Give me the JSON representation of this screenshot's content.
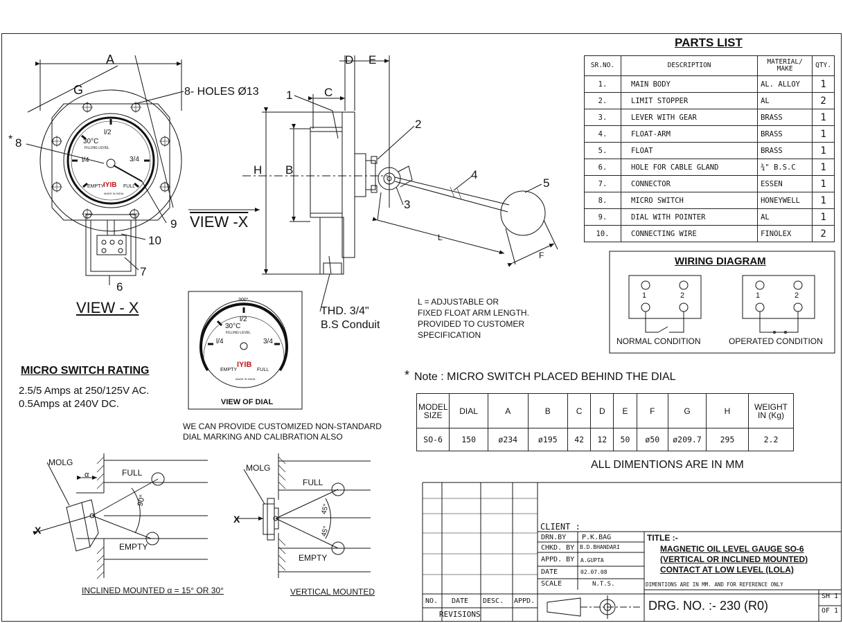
{
  "parts_list": {
    "title": "PARTS LIST",
    "headers": {
      "sr": "SR.NO.",
      "desc": "DESCRIPTION",
      "material": "MATERIAL/ MAKE",
      "qty": "QTY."
    },
    "rows": [
      {
        "sr": "1.",
        "desc": "MAIN BODY",
        "material": "AL. ALLOY",
        "qty": "1"
      },
      {
        "sr": "2.",
        "desc": "LIMIT STOPPER",
        "material": "AL",
        "qty": "2"
      },
      {
        "sr": "3.",
        "desc": "LEVER WITH GEAR",
        "material": "BRASS",
        "qty": "1"
      },
      {
        "sr": "4.",
        "desc": "FLOAT-ARM",
        "material": "BRASS",
        "qty": "1"
      },
      {
        "sr": "5.",
        "desc": "FLOAT",
        "material": "BRASS",
        "qty": "1"
      },
      {
        "sr": "6.",
        "desc": "HOLE FOR CABLE GLAND",
        "material": "¾\" B.S.C",
        "qty": "1"
      },
      {
        "sr": "7.",
        "desc": "CONNECTOR",
        "material": "ESSEN",
        "qty": "1"
      },
      {
        "sr": "8.",
        "desc": "MICRO SWITCH",
        "material": "HONEYWELL",
        "qty": "1"
      },
      {
        "sr": "9.",
        "desc": "DIAL WITH POINTER",
        "material": "AL",
        "qty": "1"
      },
      {
        "sr": "10.",
        "desc": "CONNECTING WIRE",
        "material": "FINOLEX",
        "qty": "2"
      }
    ]
  },
  "wiring": {
    "title": "WIRING DIAGRAM",
    "normal": "NORMAL CONDITION",
    "operated": "OPERATED CONDITION",
    "t1": "1",
    "t2": "2"
  },
  "front_view": {
    "dim_a": "A",
    "dim_g": "G",
    "holes": "8- HOLES Ø13",
    "label_8": "8",
    "label_9": "9",
    "label_10": "10",
    "label_7": "7",
    "label_6": "6",
    "caption": "VIEW - X",
    "dial_temp": "30°C",
    "dial_sub": "FILLING LEVEL",
    "dial_half": "l/2",
    "dial_quarter": "l/4",
    "dial_3q": "3/4",
    "dial_empty": "EMPTY",
    "dial_full": "FULL",
    "dial_brand": "IYIB",
    "dial_made": "MADE IN INDIA"
  },
  "side_view": {
    "dim_d": "D",
    "dim_e": "E",
    "dim_c": "C",
    "dim_h": "H",
    "dim_b": "B",
    "dim_l": "L",
    "dim_f": "F",
    "label_1": "1",
    "label_2": "2",
    "label_3": "3",
    "label_4": "4",
    "label_5": "5",
    "view_arrow": "VIEW -X",
    "thread_1": "THD. 3/4\"",
    "thread_2": "B.S Conduit"
  },
  "dial_view": {
    "caption": "VIEW OF DIAL",
    "scale": "300°"
  },
  "notes": {
    "l_note_1": "L = ADJUSTABLE OR",
    "l_note_2": "FIXED FLOAT ARM LENGTH.",
    "l_note_3": "PROVIDED TO CUSTOMER",
    "l_note_4": "SPECIFICATION",
    "star": "*",
    "micro_note": "Note : MICRO SWITCH PLACED BEHIND THE DIAL",
    "custom_1": "WE CAN PROVIDE CUSTOMIZED NON-STANDARD",
    "custom_2": "DIAL MARKING AND CALIBRATION ALSO",
    "all_dims": "ALL DIMENTIONS ARE IN MM"
  },
  "rating": {
    "title": "MICRO SWITCH RATING",
    "line1": "2.5/5 Amps at 250/125V AC.",
    "line2": "0.5Amps at 240V DC."
  },
  "size_table": {
    "headers": [
      "MODEL SIZE",
      "DIAL",
      "A",
      "B",
      "C",
      "D",
      "E",
      "F",
      "G",
      "H",
      "WEIGHT IN (Kg)"
    ],
    "values": [
      "SO-6",
      "150",
      "ø234",
      "ø195",
      "42",
      "12",
      "50",
      "ø50",
      "ø209.7",
      "295",
      "2.2"
    ]
  },
  "mounting": {
    "molg": "MOLG",
    "full": "FULL",
    "empty": "EMPTY",
    "x": "X",
    "alpha": "α",
    "angle_90": "90°",
    "angle_45a": "45°",
    "angle_45b": "45°",
    "inclined_caption": "INCLINED MOUNTED α = 15° OR 30°",
    "vertical_caption": "VERTICAL MOUNTED"
  },
  "title_block": {
    "client": "CLIENT :",
    "drn_by_l": "DRN.BY",
    "drn_by": "P.K.BAG",
    "chkd_by_l": "CHKD. BY",
    "chkd_by": "B.D.BHANDARI",
    "appd_by_l": "APPD. BY",
    "appd_by": "A.GUPTA",
    "date_l": "DATE",
    "date": "02.07.08",
    "scale_l": "SCALE",
    "scale": "N.T.S.",
    "title_l": "TITLE :-",
    "title_1": "MAGNETIC OIL LEVEL GAUGE SO-6",
    "title_2": "(VERTICAL OR INCLINED MOUNTED)",
    "title_3": "CONTACT AT LOW LEVEL (LOLA)",
    "dims_note": "DIMENTIONS ARE IN MM. AND FOR REFERENCE ONLY",
    "drg_no": "DRG. NO. :- 230 (R0)",
    "sh": "SH 1",
    "of": "OF 1",
    "no": "NO.",
    "date_col": "DATE",
    "desc_col": "DESC.",
    "appd_col": "APPD.",
    "revisions": "REVISIONS"
  }
}
